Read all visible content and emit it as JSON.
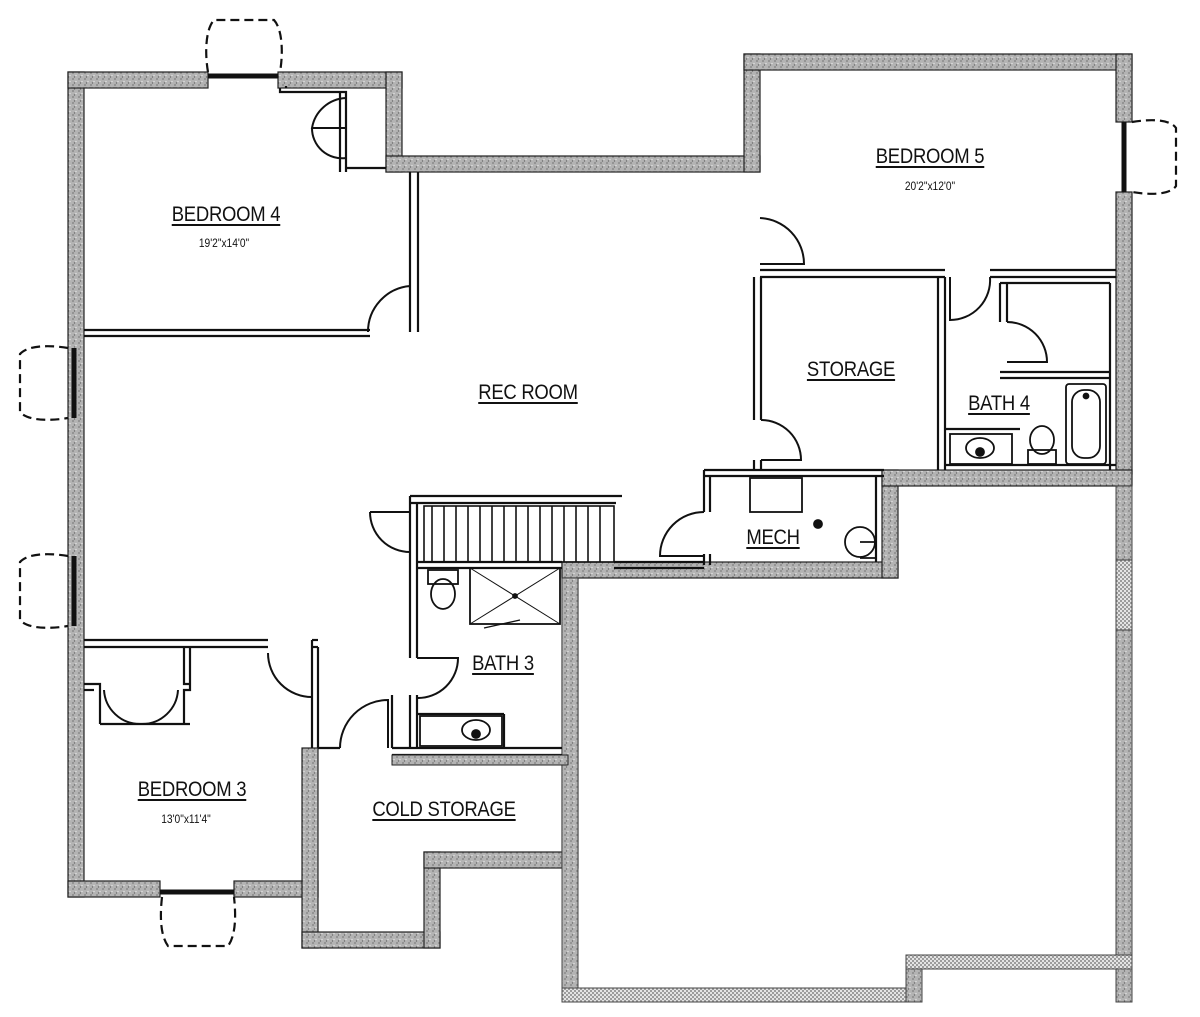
{
  "rooms": {
    "bedroom4": {
      "name": "BEDROOM 4",
      "dim": "19'2\"x14'0\""
    },
    "bedroom5": {
      "name": "BEDROOM 5",
      "dim": "20'2\"x12'0\""
    },
    "rec_room": {
      "name": "REC ROOM"
    },
    "storage": {
      "name": "STORAGE"
    },
    "bath4": {
      "name": "BATH 4"
    },
    "mech": {
      "name": "MECH"
    },
    "bath3": {
      "name": "BATH 3"
    },
    "bedroom3": {
      "name": "BEDROOM 3",
      "dim": "13'0\"x11'4\""
    },
    "cold_storage": {
      "name": "COLD STORAGE"
    }
  },
  "colors": {
    "wall_fill": "#a9a9a9",
    "wall_edge": "#222222",
    "line": "#111111",
    "garage_wall": "#c8c8c8"
  }
}
